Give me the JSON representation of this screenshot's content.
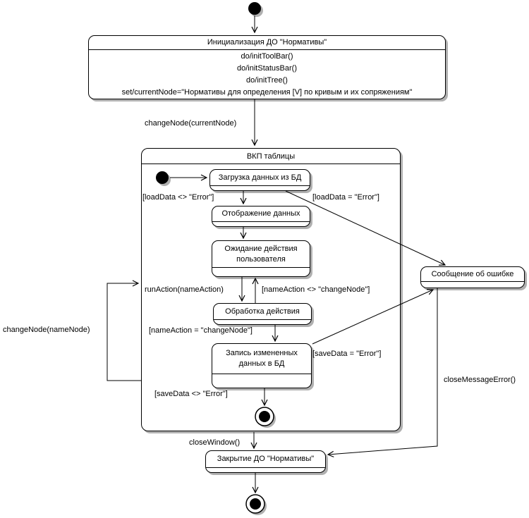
{
  "colors": {
    "line": "#000000",
    "fill": "#ffffff",
    "shadow": "#b0b0b0"
  },
  "states": {
    "init": {
      "title": "Инициализация ДО \"Нормативы\"",
      "actions": [
        "do/initToolBar()",
        "do/initStatusBar()",
        "do/initTree()",
        "set/currentNode=\"Нормативы для определения [V] по кривым и их сопряжениям\""
      ]
    },
    "vkp": {
      "title": "ВКП таблицы"
    },
    "load": {
      "title": "Загрузка данных из БД"
    },
    "display": {
      "title": "Отображение данных"
    },
    "wait": {
      "title": "Ожидание действия пользователя"
    },
    "process": {
      "title": "Обработка действия"
    },
    "save": {
      "title": "Запись измененных данных в БД"
    },
    "error": {
      "title": "Сообщение об ошибке"
    },
    "close": {
      "title": "Закрытие ДО \"Нормативы\""
    }
  },
  "transitions": {
    "change_current_node": "changeNode(currentNode)",
    "load_ok": "[loadData <> \"Error\"]",
    "load_error": "[loadData = \"Error\"]",
    "run_action": "runAction(nameAction)",
    "action_not_change_node": "[nameAction <> \"changeNode\"]",
    "action_change_node": "[nameAction = \"changeNode\"]",
    "save_error": "[saveData = \"Error\"]",
    "save_ok": "[saveData <> \"Error\"]",
    "change_name_node": "changeNode(nameNode)",
    "close_message_error": "closeMessageError()",
    "close_window": "closeWindow()"
  }
}
